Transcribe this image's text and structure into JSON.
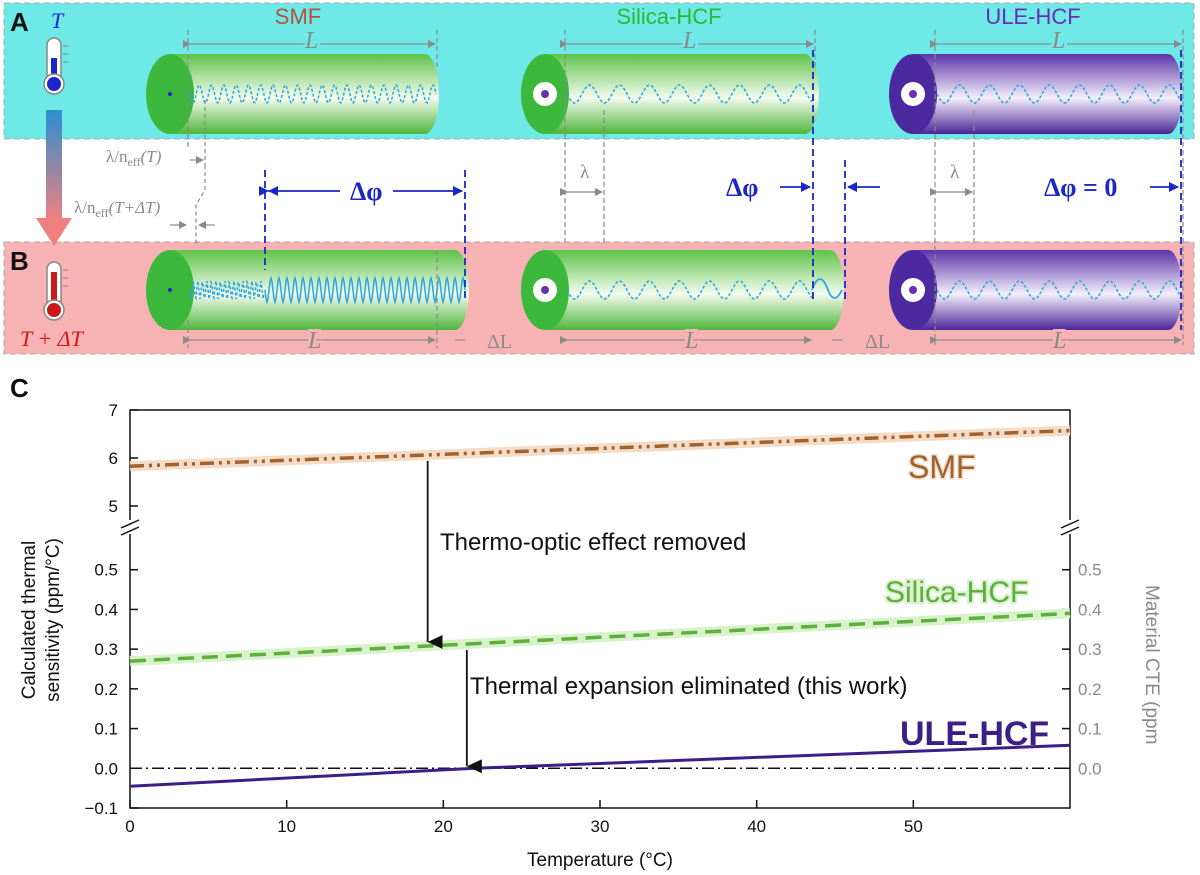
{
  "panels": {
    "a": "A",
    "b": "B",
    "c": "C"
  },
  "thermo": {
    "top_label": "T",
    "bottom_label": "T + ΔT"
  },
  "fibers": [
    {
      "name": "SMF",
      "color": "#b5523a"
    },
    {
      "name": "Silica-HCF",
      "color": "#2eb82e"
    },
    {
      "name": "ULE-HCF",
      "color": "#6a2fb0"
    }
  ],
  "dims": {
    "L": "L",
    "deltaL": "ΔL",
    "lambda": "λ",
    "lam_neff_T": "λ/n",
    "lam_neff_T_sub": "eff",
    "lam_neff_T_arg": "(T)",
    "lam_neff_TdT": "λ/n",
    "lam_neff_TdT_sub": "eff",
    "lam_neff_TdT_arg": "(T+ΔT)"
  },
  "phase": {
    "dphi": "Δφ",
    "dphi_zero": "Δφ = 0"
  },
  "colors": {
    "top_band": "#6fe8e8",
    "bottom_band": "#f7b3b3",
    "fiber_green": "#3cb83c",
    "fiber_purple": "#4b2aa0",
    "wave": "#2aa7e0",
    "blue": "#1a26c8",
    "smf_line": "#a0622f",
    "silica_line": "#5fae3e",
    "ule_line": "#3b1f86"
  },
  "chart_data": {
    "type": "line",
    "xlabel": "Temperature (°C)",
    "ylabel": "Calculated thermal sensitivity (ppm/°C)",
    "ylabel_right": "Material CTE (ppm",
    "x_ticks": [
      "0",
      "10",
      "20",
      "30",
      "40",
      "50"
    ],
    "y_ticks_upper": [
      "5",
      "6",
      "7"
    ],
    "y_ticks_lower": [
      "−0.1",
      "0.0",
      "0.1",
      "0.2",
      "0.3",
      "0.4",
      "0.5"
    ],
    "y_ticks_right": [
      "0.0",
      "0.1",
      "0.2",
      "0.3",
      "0.4",
      "0.5"
    ],
    "xlim": [
      0,
      60
    ],
    "ylim_lower": [
      -0.1,
      0.6
    ],
    "ylim_upper": [
      4.5,
      7.0
    ],
    "axis_break": true,
    "series": [
      {
        "name": "SMF",
        "x": [
          0,
          60
        ],
        "y": [
          5.83,
          6.57
        ],
        "style": "dash-dot-dot",
        "color": "#a0622f"
      },
      {
        "name": "Silica-HCF",
        "x": [
          0,
          60
        ],
        "y": [
          0.27,
          0.39
        ],
        "style": "dashed",
        "color": "#5fae3e"
      },
      {
        "name": "ULE-HCF",
        "x": [
          0,
          22,
          60
        ],
        "y": [
          -0.045,
          0.0,
          0.058
        ],
        "style": "solid",
        "color": "#3b1f86"
      }
    ],
    "zero_line": {
      "y": 0.0,
      "style": "dash-dot"
    },
    "annotations": [
      {
        "text": "Thermo-optic effect removed",
        "arrow_x": 19
      },
      {
        "text": "Thermal expansion eliminated (this work)",
        "arrow_x": 21.5
      }
    ]
  }
}
